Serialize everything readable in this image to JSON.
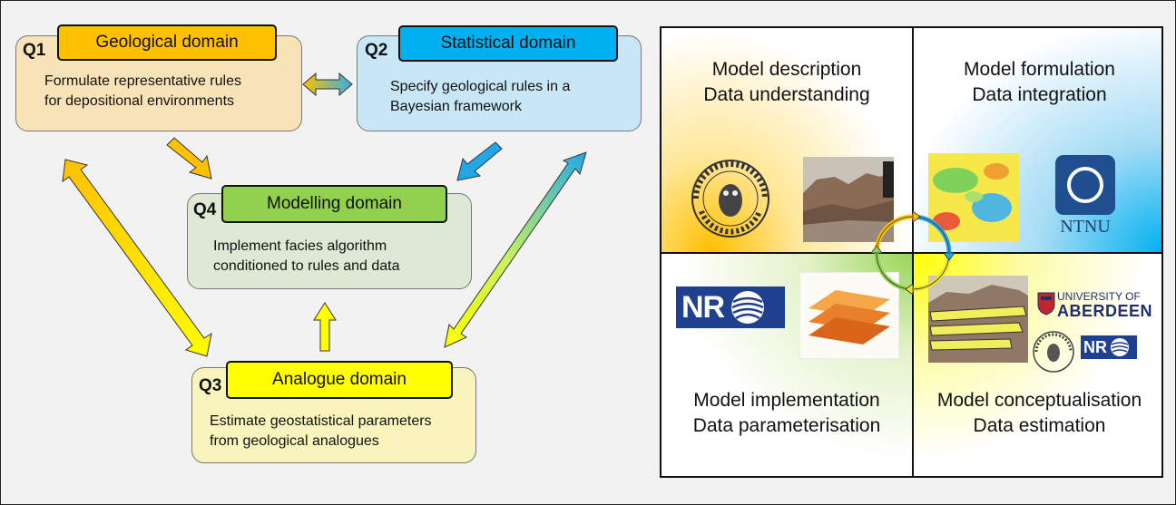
{
  "domains": {
    "q1": {
      "num": "Q1",
      "label": "Geological domain",
      "line1": "Formulate representative rules",
      "line2": "for depositional environments"
    },
    "q2": {
      "num": "Q2",
      "label": "Statistical domain",
      "line1": "Specify geological rules in a",
      "line2": "Bayesian framework"
    },
    "q3": {
      "num": "Q3",
      "label": "Analogue domain",
      "line1": "Estimate geostatistical parameters",
      "line2": "from geological analogues"
    },
    "q4": {
      "num": "Q4",
      "label": "Modelling domain",
      "line1": "Implement facies algorithm",
      "line2": "conditioned to rules and data"
    }
  },
  "quadrants": {
    "top_left": {
      "line1": "Model description",
      "line2": "Data understanding"
    },
    "top_right": {
      "line1": "Model formulation",
      "line2": "Data integration"
    },
    "bottom_left": {
      "line1": "Model implementation",
      "line2": "Data parameterisation"
    },
    "bottom_right": {
      "line1": "Model conceptualisation",
      "line2": "Data estimation"
    }
  },
  "logos": {
    "ntnu": "NTNU",
    "nr": "NR",
    "aberdeen_line1": "UNIVERSITY OF",
    "aberdeen_line2": "ABERDEEN"
  },
  "colors": {
    "geological": "#ffc000",
    "statistical": "#00b0f0",
    "modelling": "#92d050",
    "analogue": "#ffff00"
  }
}
